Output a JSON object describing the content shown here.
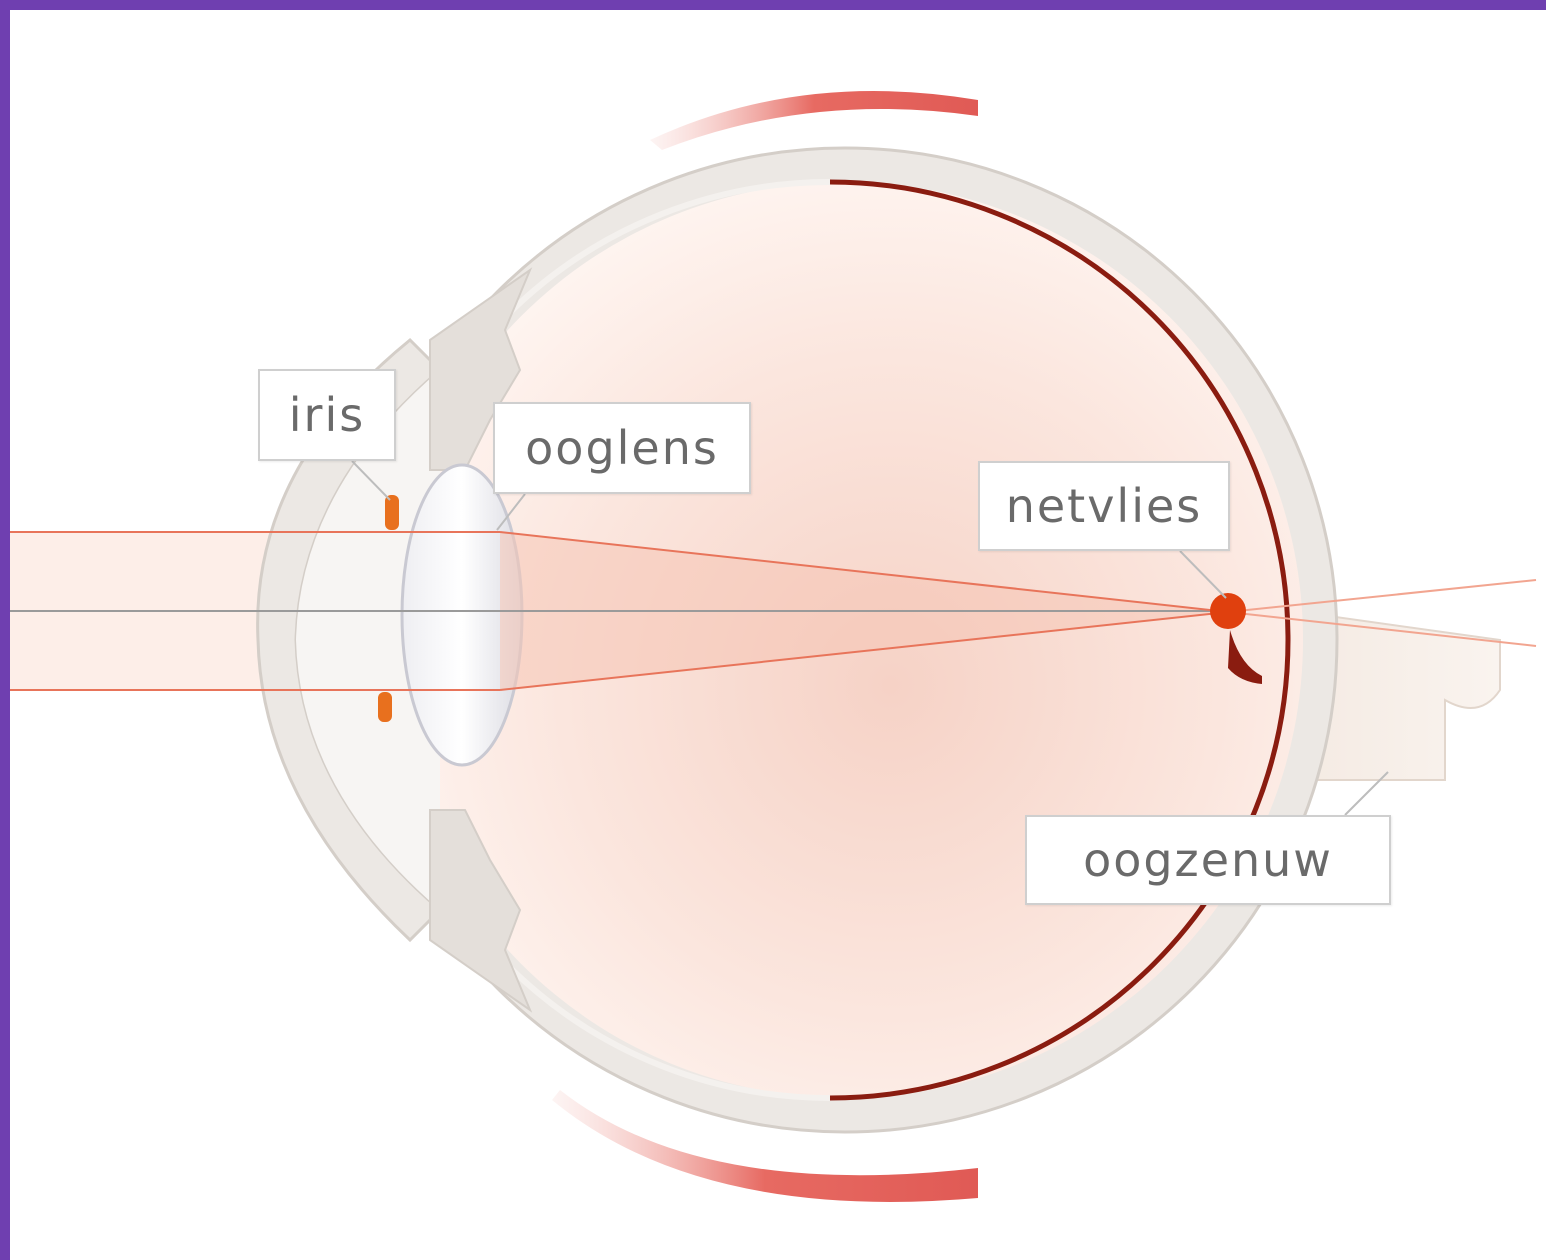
{
  "labels": {
    "iris": "iris",
    "ooglens": "ooglens",
    "netvlies": "netvlies",
    "oogzenuw": "oogzenuw"
  },
  "colors": {
    "frame": "#6f3fb0",
    "background": "#ffffff",
    "sclera": "#e8e4e0",
    "sclera_edge": "#cfc9c4",
    "vitreous": "#fbe3da",
    "retina": "#8a1c10",
    "ray": "#e8745a",
    "focus_point": "#e0400e",
    "muscle": "#e05a55",
    "label_border": "#cfcfcf",
    "label_text": "#6a6a6a"
  }
}
